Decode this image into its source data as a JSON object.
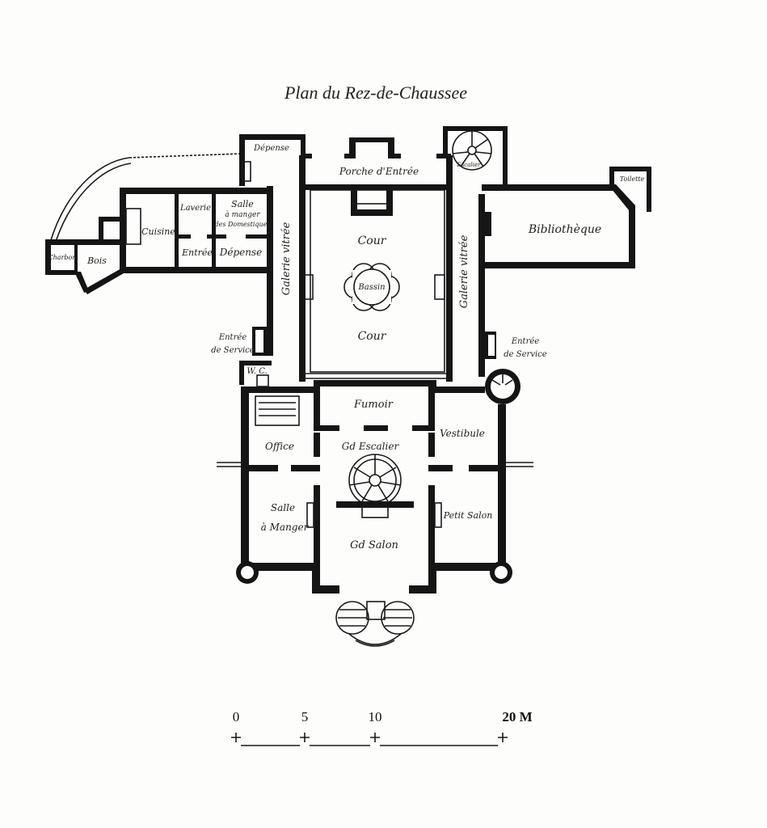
{
  "title": "Plan du Rez-de-Chaussee",
  "rooms": {
    "depense_top": "Dépense",
    "porche": "Porche d'Entrée",
    "escalier_small": "Escalier",
    "toilette": "Toilette",
    "laverie": "Laverie",
    "salle_domestiques_1": "Salle",
    "salle_domestiques_2": "à manger",
    "salle_domestiques_3": "des Domestiques",
    "cuisine": "Cuisine",
    "entree": "Entrée",
    "depense": "Dépense",
    "charbon": "Charbon",
    "bois": "Bois",
    "bibliotheque": "Bibliothèque",
    "cour_top": "Cour",
    "bassin": "Bassin",
    "cour_bottom": "Cour",
    "galerie_left": "Galerie vitrée",
    "galerie_right": "Galerie vitrée",
    "entree_service_left_1": "Entrée",
    "entree_service_left_2": "de Service",
    "entree_service_right_1": "Entrée",
    "entree_service_right_2": "de Service",
    "wc": "W. C.",
    "fumoir": "Fumoir",
    "office": "Office",
    "gd_escalier": "Gd Escalier",
    "vestibule": "Vestibule",
    "salle_manger_1": "Salle",
    "salle_manger_2": "à Manger",
    "gd_salon": "Gd Salon",
    "petit_salon": "Petit Salon"
  },
  "scale_bar": {
    "ticks": [
      "0",
      "5",
      "10",
      "20 M"
    ]
  }
}
